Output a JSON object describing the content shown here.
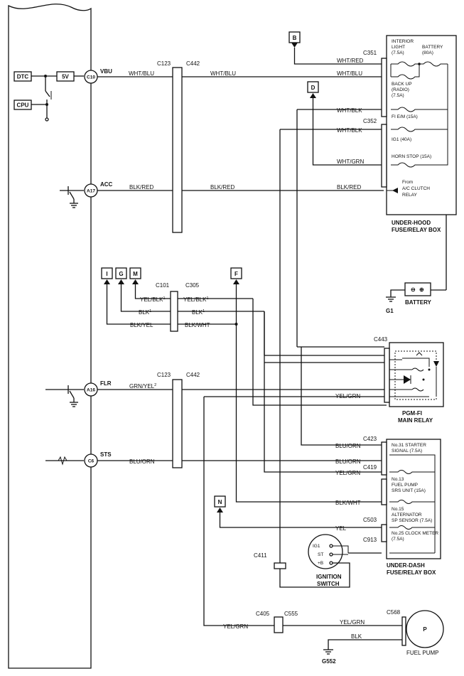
{
  "ecu": {
    "pins": {
      "vbu": "VBU",
      "acc": "ACC",
      "flr": "FLR",
      "sts": "STS"
    },
    "pin_ids": {
      "c10": "C10",
      "a17": "A17",
      "a16": "A16",
      "c6": "C6"
    },
    "dtc": "DTC",
    "v5": "5V",
    "cpu": "CPU"
  },
  "connectors": {
    "c123": "C123",
    "c442": "C442",
    "c101": "C101",
    "c305": "C305",
    "c351": "C351",
    "c352": "C352",
    "c443": "C443",
    "c423": "C423",
    "c419": "C419",
    "c503": "C503",
    "c913": "C913",
    "c411": "C411",
    "c405": "C405",
    "c555": "C555",
    "c568": "C568"
  },
  "refs": {
    "b": "B",
    "d": "D",
    "f": "F",
    "n": "N",
    "i": "I",
    "g": "G",
    "m": "M"
  },
  "wires": {
    "wht_blu": "WHT/BLU",
    "wht_red": "WHT/RED",
    "wht_blk": "WHT/BLK",
    "wht_grn": "WHT/GRN",
    "blk_red": "BLK/RED",
    "yel_blk": "YEL/BLK",
    "yel_blk_sup": "1",
    "blk": "BLK",
    "blk_sup": "1",
    "blk_yel": "BLK/YEL",
    "blk_wht": "BLK/WHT",
    "grn_yel": "GRN/YEL",
    "grn_yel_sup": "2",
    "yel_grn": "YEL/GRN",
    "blu_orn": "BLU/ORN",
    "yel": "YEL"
  },
  "under_hood": {
    "interior_light_1": "INTERIOR",
    "interior_light_2": "LIGHT",
    "interior_light_3": "(7.5A)",
    "battery_fuse_1": "BATTERY",
    "battery_fuse_2": "(80A)",
    "backup_1": "BACK UP",
    "backup_2": "(RADIO)",
    "backup_3": "(7.5A)",
    "fi_em": "FI E/M (15A)",
    "ig1": "IG1 (40A)",
    "horn_stop": "HORN STOP (15A)",
    "from_ac_1": "From",
    "from_ac_2": "A/C CLUTCH",
    "from_ac_3": "RELAY",
    "title_1": "UNDER-HOOD",
    "title_2": "FUSE/RELAY BOX"
  },
  "battery": {
    "label": "BATTERY",
    "ground": "G1"
  },
  "main_relay": {
    "title_1": "PGM-FI",
    "title_2": "MAIN RELAY"
  },
  "under_dash": {
    "starter_1": "No.31 STARTER",
    "starter_2": "SIGNAL (7.5A)",
    "fuel_1": "No.13",
    "fuel_2": "FUEL PUMP",
    "fuel_3": "SRS UNIT (15A)",
    "alt_1": "No.15",
    "alt_2": "ALTERNATOR",
    "alt_3": "SP SENSOR (7.5A)",
    "clock_1": "No.25 CLOCK METER",
    "clock_2": "(7.5A)",
    "title_1": "UNDER-DASH",
    "title_2": "FUSE/RELAY BOX"
  },
  "ignition": {
    "ig1": "IG1",
    "st": "ST",
    "plus_b": "+B",
    "title_1": "IGNITION",
    "title_2": "SWITCH"
  },
  "fuel_pump": {
    "symbol": "P",
    "label": "FUEL PUMP",
    "ground": "G552"
  }
}
